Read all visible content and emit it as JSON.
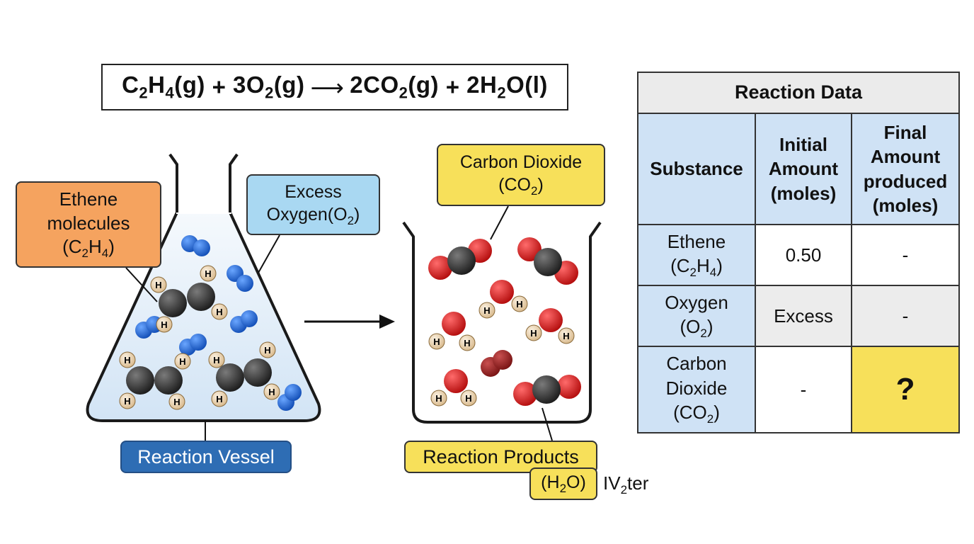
{
  "equation": {
    "reactant1": "C",
    "reactant1_sub1": "2",
    "reactant1_mid": "H",
    "reactant1_sub2": "4",
    "reactant1_state": "(g)",
    "plus1": "+",
    "reactant2": "3O",
    "reactant2_sub": "2",
    "reactant2_state": "(g)",
    "arrow": "⟶",
    "product1": "2CO",
    "product1_sub": "2",
    "product1_state": "(g)",
    "plus2": "+",
    "product2": "2H",
    "product2_sub": "2",
    "product2_tail": "O",
    "product2_state": "(l)"
  },
  "labels": {
    "ethene": {
      "line1": "Ethene",
      "line2": "molecules",
      "line3_a": "(C",
      "line3_sub1": "2",
      "line3_b": "H",
      "line3_sub2": "4",
      "line3_c": ")"
    },
    "oxygen": {
      "line1": "Excess",
      "line2_a": "Oxygen(O",
      "line2_sub": "2",
      "line2_b": ")"
    },
    "co2": {
      "line1": "Carbon Dioxide",
      "line2_a": "(CO",
      "line2_sub": "2",
      "line2_b": ")"
    },
    "vessel": "Reaction Vessel",
    "products": "Reaction Products",
    "h2o": {
      "a": "(H",
      "sub": "2",
      "b": "O)"
    },
    "stray": {
      "a": "IV",
      "sub": "2",
      "b": "ter"
    }
  },
  "atom_glyph": "H",
  "table": {
    "title": "Reaction Data",
    "headers": {
      "substance": "Substance",
      "initial_l1": "Initial",
      "initial_l2": "Amount",
      "initial_l3": "(moles)",
      "final_l1": "Final",
      "final_l2": "Amount",
      "final_l3": "produced",
      "final_l4": "(moles)"
    },
    "rows": [
      {
        "name_l1": "Ethene",
        "name_a": "(C",
        "name_sub1": "2",
        "name_b": "H",
        "name_sub2": "4",
        "name_c": ")",
        "initial": "0.50",
        "final": "-"
      },
      {
        "name_l1": "Oxygen",
        "name_a": "(O",
        "name_sub1": "2",
        "name_c": ")",
        "initial": "Excess",
        "final": "-"
      },
      {
        "name_l1": "Carbon",
        "name_l2": "Dioxide",
        "name_a": "(CO",
        "name_sub1": "2",
        "name_c": ")",
        "initial": "-",
        "final": "?"
      }
    ]
  },
  "colors": {
    "carbon": "#2b2b2b",
    "oxygen_atom": "#d51f1f",
    "hydrogen": "#ecd5b0",
    "o2_molecule": "#2166d1",
    "vessel_fill": "#dbe9f7",
    "arrow": "#111111"
  }
}
